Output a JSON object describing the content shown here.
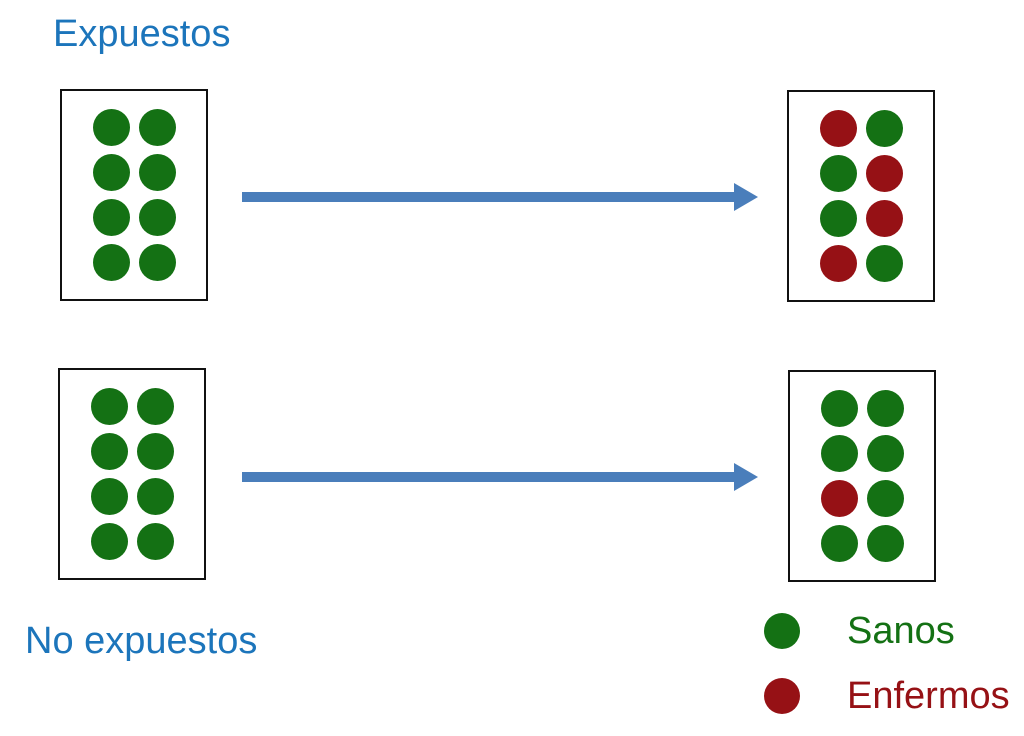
{
  "colors": {
    "label-blue": "#1C75BB",
    "healthy-green": "#147114",
    "sick-red": "#961115",
    "arrow-blue": "#4A7EBB",
    "box-border": "#111111",
    "background": "#FFFFFF"
  },
  "groups": [
    {
      "label": "Expuestos",
      "before": [
        "sano",
        "sano",
        "sano",
        "sano",
        "sano",
        "sano",
        "sano",
        "sano"
      ],
      "after": [
        "enfermo",
        "sano",
        "sano",
        "enfermo",
        "sano",
        "enfermo",
        "enfermo",
        "sano"
      ]
    },
    {
      "label": "No expuestos",
      "before": [
        "sano",
        "sano",
        "sano",
        "sano",
        "sano",
        "sano",
        "sano",
        "sano"
      ],
      "after": [
        "sano",
        "sano",
        "sano",
        "sano",
        "enfermo",
        "sano",
        "sano",
        "sano"
      ]
    }
  ],
  "legend": {
    "items": [
      {
        "state": "sano",
        "label": "Sanos"
      },
      {
        "state": "enfermo",
        "label": "Enfermos"
      }
    ]
  }
}
